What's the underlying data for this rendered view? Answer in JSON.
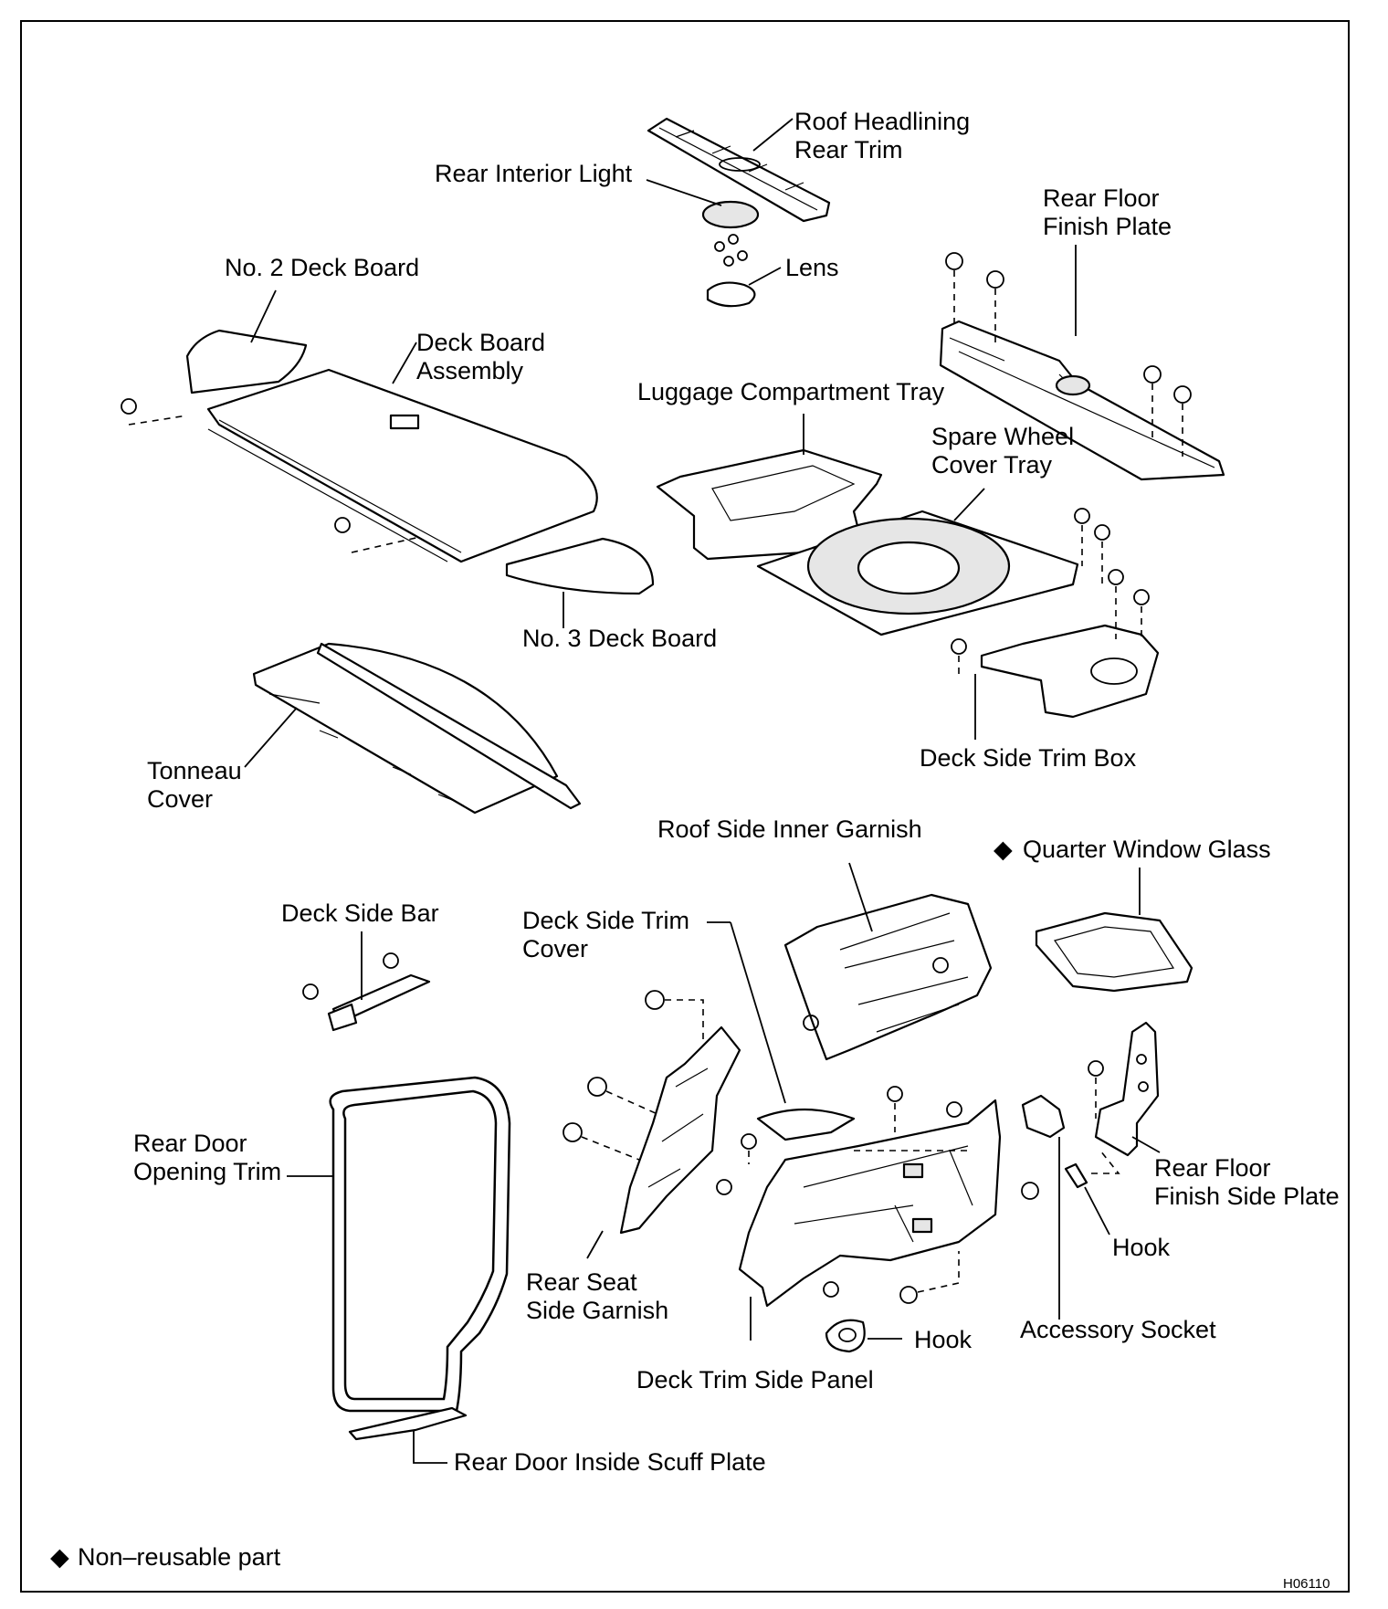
{
  "labels": {
    "roof_headlining_rear_trim": "Roof Headlining\nRear Trim",
    "rear_interior_light": "Rear Interior Light",
    "lens": "Lens",
    "rear_floor_finish_plate": "Rear Floor\nFinish Plate",
    "no2_deck_board": "No. 2 Deck Board",
    "deck_board_assembly": "Deck Board\nAssembly",
    "luggage_compartment_tray": "Luggage Compartment Tray",
    "spare_wheel_cover_tray": "Spare Wheel\nCover Tray",
    "no3_deck_board": "No. 3 Deck Board",
    "tonneau_cover": "Tonneau\nCover",
    "deck_side_trim_box": "Deck Side Trim Box",
    "roof_side_inner_garnish": "Roof Side Inner Garnish",
    "quarter_window_glass": "Quarter Window Glass",
    "deck_side_bar": "Deck Side Bar",
    "deck_side_trim_cover": "Deck Side Trim\nCover",
    "rear_door_opening_trim": "Rear Door\nOpening Trim",
    "rear_floor_finish_side_plate": "Rear Floor\nFinish Side Plate",
    "hook_right": "Hook",
    "rear_seat_side_garnish": "Rear Seat\nSide Garnish",
    "hook_bottom": "Hook",
    "accessory_socket": "Accessory Socket",
    "deck_trim_side_panel": "Deck Trim Side Panel",
    "rear_door_inside_scuff_plate": "Rear Door Inside Scuff Plate"
  },
  "legend": {
    "symbol": "◆",
    "text": "Non–reusable part"
  },
  "figure_code": "H06110",
  "icons": {
    "non_reusable_marker": "diamond-icon"
  }
}
